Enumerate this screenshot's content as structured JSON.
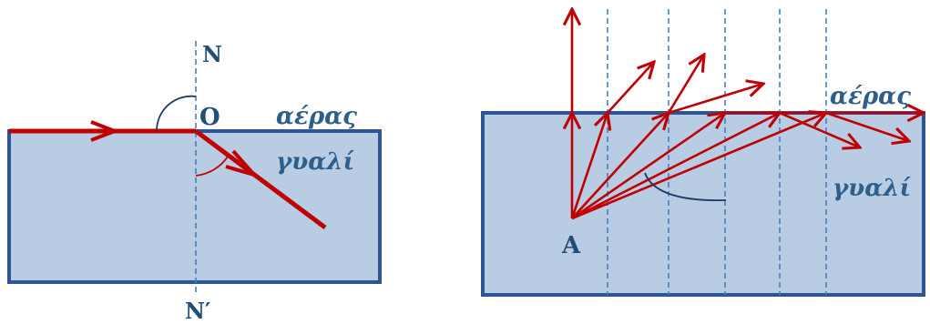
{
  "left_diagram": {
    "label_normal_top": "N",
    "label_normal_bottom": "N′",
    "label_point": "O",
    "label_air": "αέρας",
    "label_glass": "γυαλί"
  },
  "right_diagram": {
    "label_source": "A",
    "label_air": "αέρας",
    "label_glass": "γυαλί"
  },
  "colors": {
    "glass_fill": "#b8cce4",
    "glass_border": "#2f5496",
    "ray": "#c00000",
    "normal_line": "#4a7ebb",
    "text": "#1f4e79"
  }
}
